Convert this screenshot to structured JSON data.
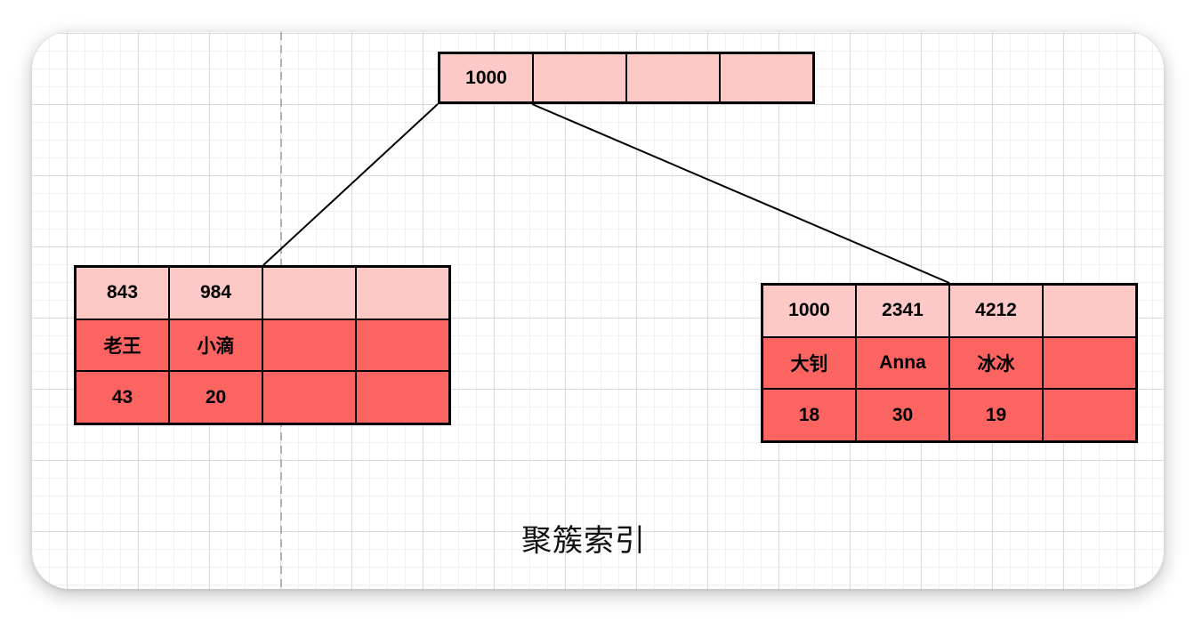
{
  "diagram": {
    "title": "聚簇索引",
    "root_node": {
      "cells": [
        "1000",
        "",
        "",
        ""
      ]
    },
    "leaf_left": {
      "rows": [
        [
          "843",
          "984",
          "",
          ""
        ],
        [
          "老王",
          "小滴",
          "",
          ""
        ],
        [
          "43",
          "20",
          "",
          ""
        ]
      ]
    },
    "leaf_right": {
      "rows": [
        [
          "1000",
          "2341",
          "4212",
          ""
        ],
        [
          "大钊",
          "Anna",
          "冰冰",
          ""
        ],
        [
          "18",
          "30",
          "19",
          ""
        ]
      ]
    },
    "colors": {
      "header_fill": "#fcc9c7",
      "body_fill": "#fb6460",
      "border": "#000000",
      "connector": "#000000",
      "page_break_line": "#b1b1b1",
      "grid_minor": "#f0f0f0",
      "grid_major": "#d8d8d8"
    }
  }
}
